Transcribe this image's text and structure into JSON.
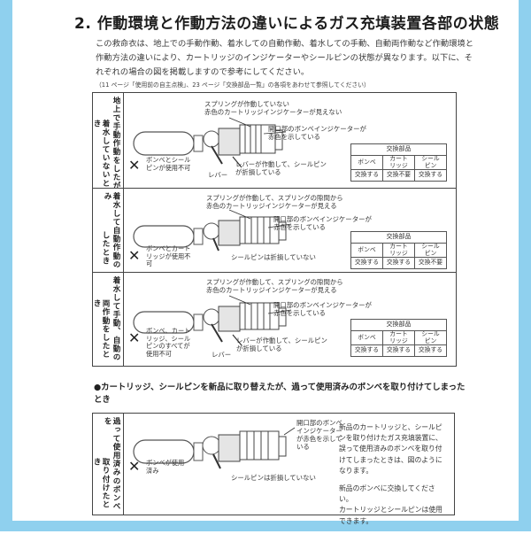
{
  "heading": "2. 作動環境と作動方法の違いによるガス充填装置各部の状態",
  "intro": {
    "text": "この救命衣は、地上での手動作動、着水しての自動作動、着水しての手動、自動両作動など作動環境と作動方法の違いにより、カートリッジのインジケーターやシールピンの状態が異なります。以下に、それぞれの場合の図を掲載しますので参考にしてください。",
    "reference": "（11 ページ「使用前の自主点検」、23 ページ「交換部品一覧」の各項をあわせて参照してください）"
  },
  "parts_table": {
    "title": "交換部品",
    "cols": [
      "ボンベ",
      "カート\nリッジ",
      "シール\nピン"
    ]
  },
  "sections": [
    {
      "side_main": "地上で手動作動をしたが",
      "side_sub": "着水していないとき",
      "callout_top": "スプリングが作動していない\n赤色のカートリッジインジケーターが見えない",
      "callout_mid": "開口部のボンベインジケーターが\n赤色を示している",
      "lever_note": "レバーが作動して、シールピン\nが折損している",
      "lever_label": "レバー",
      "x_text": "ボンベとシール\nピンが使用不可",
      "values": [
        "交換する",
        "交換不要",
        "交換する"
      ]
    },
    {
      "side_main": "着水して自動作動のみ",
      "side_sub": "したとき",
      "callout_top": "スプリングが作動して、スプリングの隙間から\n赤色のカートリッジインジケーターが見える",
      "callout_mid": "開口部のボンベインジケーターが\n赤色を示している",
      "lever_note": "シールピンは折損していない",
      "lever_label": "",
      "x_text": "ボンベとカート\nリッジが使用不\n可",
      "values": [
        "交換する",
        "交換する",
        "交換不要"
      ]
    },
    {
      "side_main": "着水して手動、自動の",
      "side_sub": "両作動をしたとき",
      "callout_top": "スプリングが作動して、スプリングの隙間から\n赤色のカートリッジインジケーターが見える",
      "callout_mid": "開口部のボンベインジケーターが\n赤色を示している",
      "lever_note": "レバーが作動して、シールピン\nが折損している",
      "lever_label": "レバー",
      "x_text": "ボンベ、カート\nリッジ、シール\nピンのすべてが\n使用不可",
      "values": [
        "交換する",
        "交換する",
        "交換する"
      ]
    }
  ],
  "subheading": "●カートリッジ、シールピンを新品に取り替えたが、過って使用済みのボンベを取り付けてしまったとき",
  "bottom_section": {
    "side_main": "過って使用済みのボンベを",
    "side_sub": "取り付けたとき",
    "callout": "開口部のボンベ\nインジケーター\nが赤色を示して\nいる",
    "pin_note": "シールピンは折損していない",
    "x_text": "ボンベが使用\n済み",
    "para1": "新品のカートリッジと、シールピンを取り付けたガス充填装置に、誤って使用済みのボンベを取り付けてしまったときは、図のようになります。",
    "para2": "新品のボンベに交換してください。\nカートリッジとシールピンは使用できます。"
  },
  "colors": {
    "frame": "#8fd0ee",
    "line": "#444444"
  }
}
